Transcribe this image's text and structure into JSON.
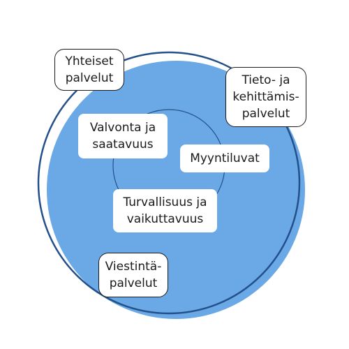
{
  "colors": {
    "fill": "#6aa9e5",
    "outline": "#23508a",
    "box_border": "#1b1b1b"
  },
  "boxes": {
    "yhteiset": "Yhteiset\npalvelut",
    "tieto": "Tieto- ja\nkehittämis-\npalvelut",
    "valvonta": "Valvonta ja\nsaatavuus",
    "myyntiluvat": "Myyntiluvat",
    "turvallisuus": "Turvallisuus ja\nvaikuttavuus",
    "viestinta": "Viestintä-\npalvelut"
  }
}
